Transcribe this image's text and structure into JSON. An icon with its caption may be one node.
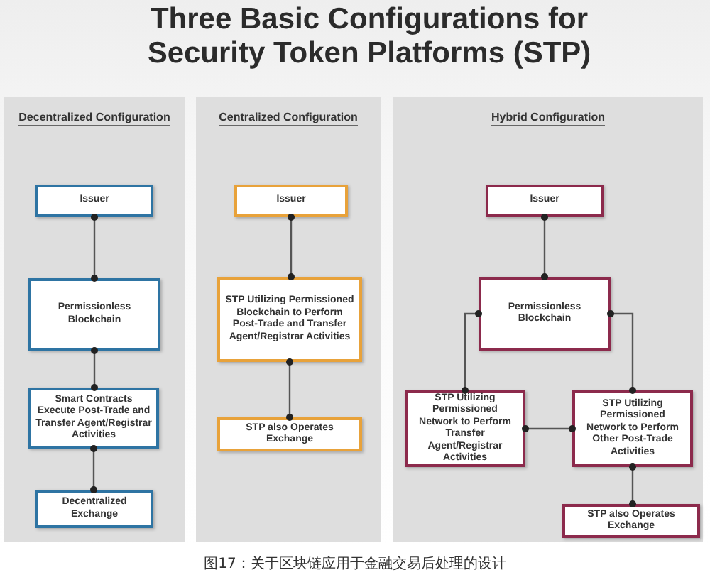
{
  "diagram": {
    "title": "Three Basic Configurations for Security Token Platforms (STP)",
    "caption": "图17：关于区块链应用于金融交易后处理的设计",
    "nodes": [
      {
        "text": [
          "Decentralized Configuration"
        ]
      },
      {
        "text": [
          "Issuer"
        ],
        "in": 0
      },
      {
        "text": [
          "Permissionless Blockchain"
        ],
        "in": 0
      },
      {
        "text": [
          "Smart Contracts Execute Post-Trade and Transfer Agent/Registrar Activities"
        ],
        "in": 0
      },
      {
        "text": [
          "Decentralized Exchange"
        ],
        "in": 0
      },
      {
        "text": [
          "Centralized Configuration"
        ]
      },
      {
        "text": [
          "Issuer"
        ],
        "in": 5
      },
      {
        "text": [
          "STP Utilizing Permissioned Blockchain to Perform Post-Trade and Transfer Agent/Registrar Activities"
        ],
        "in": 5
      },
      {
        "text": [
          "STP also Operates Exchange"
        ],
        "in": 5
      },
      {
        "text": [
          "Hybrid Configuration"
        ]
      },
      {
        "text": [
          "Issuer"
        ],
        "in": 9
      },
      {
        "text": [
          "Permissionless Blockchain"
        ],
        "in": 9
      },
      {
        "text": [
          "STP Utilizing Permissioned Network to Perform Transfer Agent/Registrar Activities"
        ],
        "in": 9
      },
      {
        "text": [
          "STP Utilizing Permissioned Network to Perform Other Post-Trade Activities"
        ],
        "in": 9
      },
      {
        "text": [
          "STP also Operates Exchange"
        ],
        "in": 9
      }
    ],
    "edges": [
      {
        "from": 1,
        "to": 2,
        "arrow": "other"
      },
      {
        "from": 2,
        "to": 3,
        "arrow": "other"
      },
      {
        "from": 3,
        "to": 4,
        "arrow": "other"
      },
      {
        "from": 6,
        "to": 7,
        "arrow": "other"
      },
      {
        "from": 7,
        "to": 8,
        "arrow": "other"
      },
      {
        "from": 10,
        "to": 11,
        "arrow": "other"
      },
      {
        "from": 11,
        "to": 12,
        "arrow": "other"
      },
      {
        "from": 11,
        "to": 13,
        "arrow": "other"
      },
      {
        "from": 12,
        "to": 13,
        "arrow": "other"
      },
      {
        "from": 13,
        "to": 14,
        "arrow": "other"
      }
    ]
  }
}
